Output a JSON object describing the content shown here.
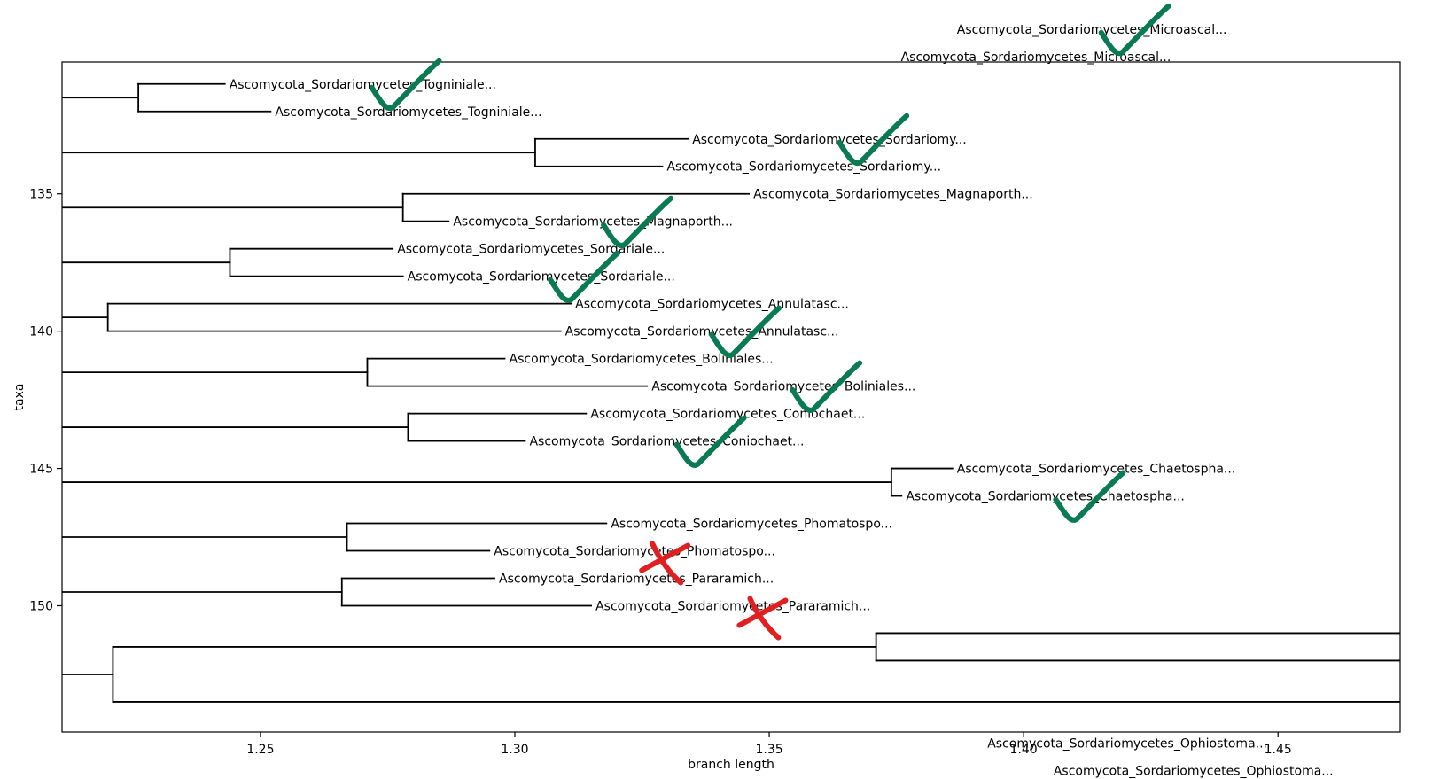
{
  "chart_data": {
    "type": "dendrogram",
    "xlabel": "branch length",
    "ylabel": "taxa",
    "xlim": [
      1.211,
      1.474
    ],
    "ylim": [
      130.2,
      154.6
    ],
    "x_ticks": [
      1.25,
      1.3,
      1.35,
      1.4,
      1.45
    ],
    "x_tick_labels": [
      "1.25",
      "1.30",
      "1.35",
      "1.40",
      "1.45"
    ],
    "y_ticks": [
      135,
      140,
      145,
      150
    ],
    "y_tick_labels": [
      "135",
      "140",
      "145",
      "150"
    ],
    "colors": {
      "tree": "#000000",
      "check": "#0a7a52",
      "cross": "#e02020"
    },
    "leaves": [
      {
        "label": "Ascomycota_Sordariomycetes_Microascal...",
        "x": 1.386,
        "y": 129.0
      },
      {
        "label": "Ascomycota_Sordariomycetes_Microascal...",
        "x": 1.375,
        "y": 130.0
      },
      {
        "label": "Ascomycota_Sordariomycetes_Togniniale...",
        "x": 1.243,
        "y": 131.0
      },
      {
        "label": "Ascomycota_Sordariomycetes_Togniniale...",
        "x": 1.252,
        "y": 132.0
      },
      {
        "label": "Ascomycota_Sordariomycetes_Sordariomy...",
        "x": 1.334,
        "y": 133.0
      },
      {
        "label": "Ascomycota_Sordariomycetes_Sordariomy...",
        "x": 1.329,
        "y": 134.0
      },
      {
        "label": "Ascomycota_Sordariomycetes_Magnaporth...",
        "x": 1.346,
        "y": 135.0
      },
      {
        "label": "Ascomycota_Sordariomycetes_Magnaporth...",
        "x": 1.287,
        "y": 136.0
      },
      {
        "label": "Ascomycota_Sordariomycetes_Sordariale...",
        "x": 1.276,
        "y": 137.0
      },
      {
        "label": "Ascomycota_Sordariomycetes_Sordariale...",
        "x": 1.278,
        "y": 138.0
      },
      {
        "label": "Ascomycota_Sordariomycetes_Annulatasc...",
        "x": 1.311,
        "y": 139.0
      },
      {
        "label": "Ascomycota_Sordariomycetes_Annulatasc...",
        "x": 1.309,
        "y": 140.0
      },
      {
        "label": "Ascomycota_Sordariomycetes_Boliniales...",
        "x": 1.298,
        "y": 141.0
      },
      {
        "label": "Ascomycota_Sordariomycetes_Boliniales...",
        "x": 1.326,
        "y": 142.0
      },
      {
        "label": "Ascomycota_Sordariomycetes_Coniochaet...",
        "x": 1.314,
        "y": 143.0
      },
      {
        "label": "Ascomycota_Sordariomycetes_Coniochaet...",
        "x": 1.302,
        "y": 144.0
      },
      {
        "label": "Ascomycota_Sordariomycetes_Chaetospha...",
        "x": 1.386,
        "y": 145.0
      },
      {
        "label": "Ascomycota_Sordariomycetes_Chaetospha...",
        "x": 1.376,
        "y": 146.0
      },
      {
        "label": "Ascomycota_Sordariomycetes_Phomatospo...",
        "x": 1.318,
        "y": 147.0
      },
      {
        "label": "Ascomycota_Sordariomycetes_Phomatospo...",
        "x": 1.295,
        "y": 148.0
      },
      {
        "label": "Ascomycota_Sordariomycetes_Pararamich...",
        "x": 1.296,
        "y": 149.0
      },
      {
        "label": "Ascomycota_Sordariomycetes_Pararamich...",
        "x": 1.315,
        "y": 150.0
      },
      {
        "label": "Ascomycota_Sordariomycetes_Ophiostoma...",
        "x": 1.392,
        "y": 155.0
      },
      {
        "label": "Ascomycota_Sordariomycetes_Ophiostoma...",
        "x": 1.405,
        "y": 156.0
      }
    ],
    "pairs": [
      {
        "node_x": 1.226,
        "y1": 131.0,
        "y2": 132.0,
        "stem_y": 131.5
      },
      {
        "node_x": 1.304,
        "y1": 133.0,
        "y2": 134.0,
        "stem_y": 133.5
      },
      {
        "node_x": 1.278,
        "y1": 135.0,
        "y2": 136.0,
        "stem_y": 135.5
      },
      {
        "node_x": 1.244,
        "y1": 137.0,
        "y2": 138.0,
        "stem_y": 137.5
      },
      {
        "node_x": 1.22,
        "y1": 139.0,
        "y2": 140.0,
        "stem_y": 139.5
      },
      {
        "node_x": 1.271,
        "y1": 141.0,
        "y2": 142.0,
        "stem_y": 141.5
      },
      {
        "node_x": 1.279,
        "y1": 143.0,
        "y2": 144.0,
        "stem_y": 143.5
      },
      {
        "node_x": 1.374,
        "y1": 145.0,
        "y2": 146.0,
        "stem_y": 145.5
      },
      {
        "node_x": 1.267,
        "y1": 147.0,
        "y2": 148.0,
        "stem_y": 147.5
      },
      {
        "node_x": 1.266,
        "y1": 149.0,
        "y2": 150.0,
        "stem_y": 149.5
      }
    ],
    "extra_clade": {
      "root_x": 1.221,
      "root_y": 152.5,
      "upper_y": 151.5,
      "lower_y": 153.5,
      "sub_node_x": 1.371,
      "sub_y1": 151.0,
      "sub_y2": 152.0,
      "sub_tip_x": 1.5,
      "lower_tip_x": 1.5
    },
    "annotations": [
      {
        "type": "check",
        "near": 0
      },
      {
        "type": "check",
        "near": 2
      },
      {
        "type": "check",
        "near": 4
      },
      {
        "type": "check",
        "near": 7
      },
      {
        "type": "check",
        "near": 9
      },
      {
        "type": "check",
        "near": 11
      },
      {
        "type": "check",
        "near": 13
      },
      {
        "type": "check",
        "near": 15
      },
      {
        "type": "check",
        "near": 17
      },
      {
        "type": "cross",
        "near": 19
      },
      {
        "type": "cross",
        "near": 21
      }
    ]
  }
}
